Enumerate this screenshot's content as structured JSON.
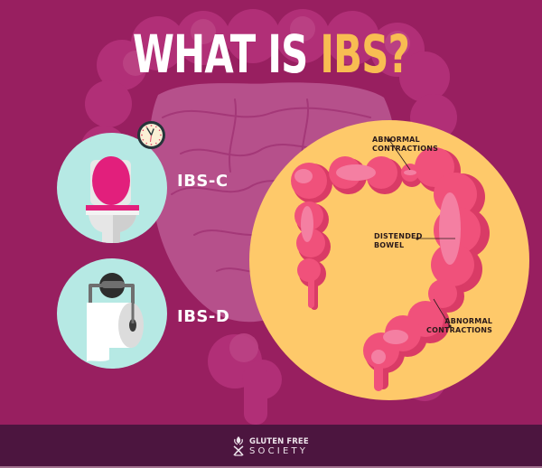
{
  "title": {
    "part1": "WHAT IS",
    "part2": "IBS?"
  },
  "types": [
    {
      "label": "IBS-C",
      "icon": "toilet-with-clock-icon"
    },
    {
      "label": "IBS-D",
      "icon": "toilet-paper-roll-icon"
    }
  ],
  "colon_diagram": {
    "annotations": [
      {
        "line1": "ABNORMAL",
        "line2": "CONTRACTIONS"
      },
      {
        "line1": "DISTENDED",
        "line2": "BOWEL"
      },
      {
        "line1": "ABNORMAL",
        "line2": "CONTRACTIONS"
      }
    ]
  },
  "footer": {
    "brand_line1": "GLUTEN FREE",
    "brand_line2": "SOCIETY"
  },
  "colors": {
    "background": "#981f60",
    "title_white": "#ffffff",
    "title_accent": "#f8bd52",
    "icon_circle": "#b6e9e4",
    "colon_circle": "#fec96a",
    "colon_pink": "#f0517b",
    "footer": "#4c153f"
  }
}
